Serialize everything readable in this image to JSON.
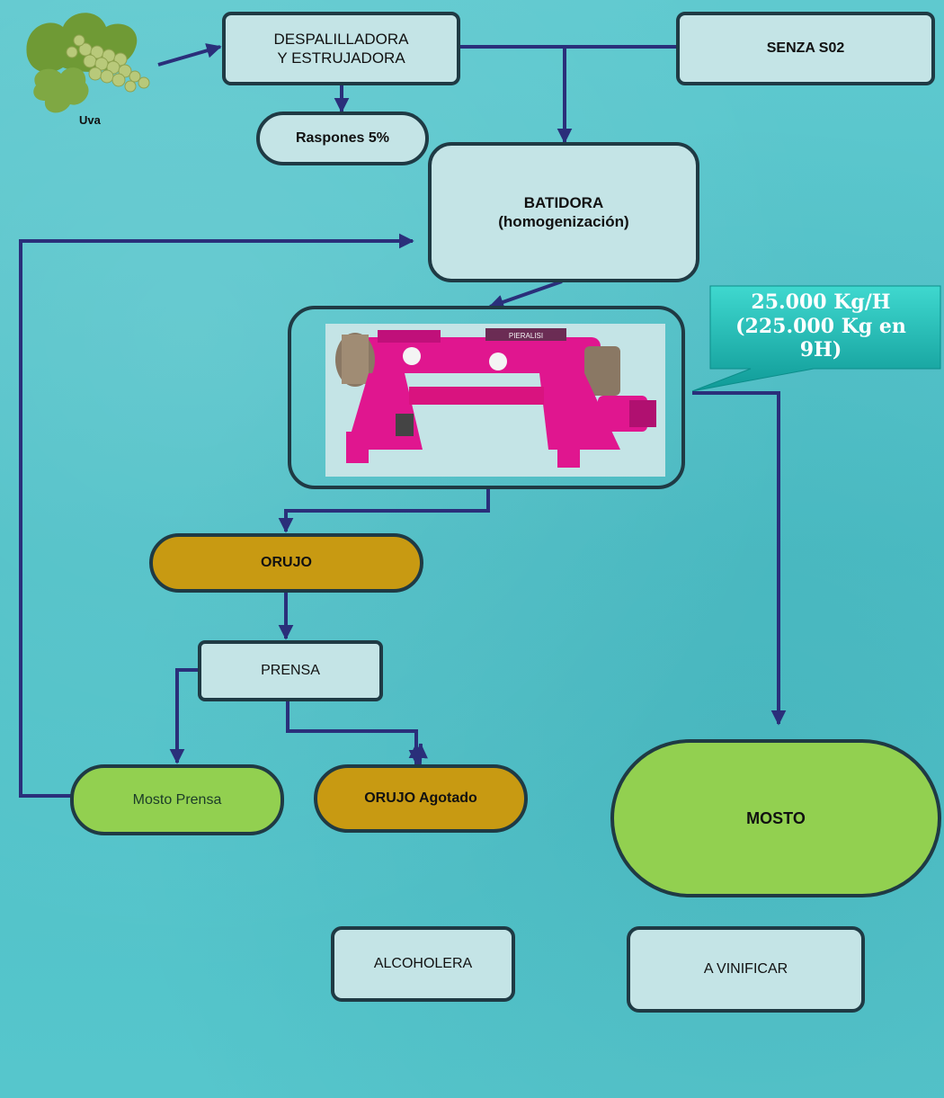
{
  "nodes": {
    "grape_label": "Uva",
    "destemmer": "DESPALILLADORA\nY ESTRUJADORA",
    "senza": "SENZA S02",
    "stems": "Raspones 5%",
    "mixer_title": "BATIDORA",
    "mixer_sub": "(homogenización)",
    "pomace": "ORUJO",
    "press": "PRENSA",
    "press_must": "Mosto Prensa",
    "spent_pomace": "ORUJO Agotado",
    "must": "MOSTO",
    "distillery": "ALCOHOLERA",
    "to_winemaking": "A VINIFICAR"
  },
  "callout": {
    "line1": "25.000 Kg/H",
    "line2": "(225.000 Kg en",
    "line3": "9H)"
  },
  "machine": {
    "plate_text": "PIERALISI"
  },
  "colors": {
    "line": "#2a2f7a",
    "box_border": "#1f3a44",
    "box_fill": "#c4e4e6",
    "orange": "#c89a12",
    "green": "#92d050",
    "callout": "#1bb3ad",
    "machine": "#e0168f"
  }
}
